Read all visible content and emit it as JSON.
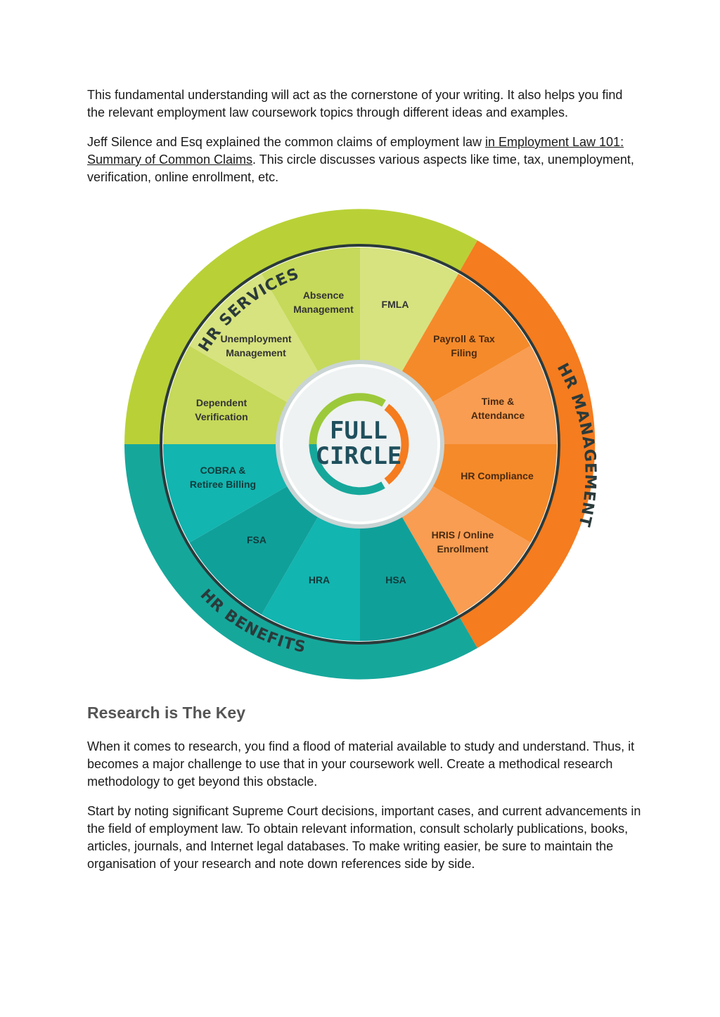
{
  "intro": {
    "p1": "This fundamental understanding will act as the cornerstone of your writing. It also helps you find the relevant employment law coursework topics through different ideas and examples.",
    "p2_before": "Jeff Silence and Esq explained the common claims of employment law ",
    "p2_link": "in Employment Law 101: Summary of Common Claims",
    "p2_after": ". This circle discusses various aspects like time, tax, unemployment, verification, online enrollment, etc."
  },
  "diagram": {
    "center": [
      "FULL",
      "CIRCLE"
    ],
    "rings": {
      "services": "HR SERVICES",
      "management": "HR MANAGEMENT",
      "benefits": "HR BENEFITS"
    },
    "segments": {
      "absence": [
        "Absence",
        "Management"
      ],
      "fmla": [
        "FMLA"
      ],
      "unemployment": [
        "Unemployment",
        "Management"
      ],
      "dependent": [
        "Dependent",
        "Verification"
      ],
      "payroll": [
        "Payroll & Tax",
        "Filing"
      ],
      "time": [
        "Time &",
        "Attendance"
      ],
      "compliance": [
        "HR Compliance"
      ],
      "hris": [
        "HRIS / Online",
        "Enrollment"
      ],
      "cobra": [
        "COBRA &",
        "Retiree Billing"
      ],
      "fsa": [
        "FSA"
      ],
      "hra": [
        "HRA"
      ],
      "hsa": [
        "HSA"
      ]
    },
    "colors": {
      "services_ring": "#b9d137",
      "management_ring": "#f57c1f",
      "benefits_ring": "#16a79b"
    }
  },
  "section": {
    "heading": "Research is The Key",
    "p3": "When it comes to research, you find a flood of material available to study and understand. Thus, it becomes a major challenge to use that in your coursework well. Create a methodical research methodology to get beyond this obstacle.",
    "p4": "Start by noting significant Supreme Court decisions, important cases, and current advancements in the field of employment law. To obtain relevant information, consult scholarly publications, books, articles, journals, and Internet legal databases. To make writing easier, be sure to maintain the organisation of your research and note down references side by side."
  }
}
